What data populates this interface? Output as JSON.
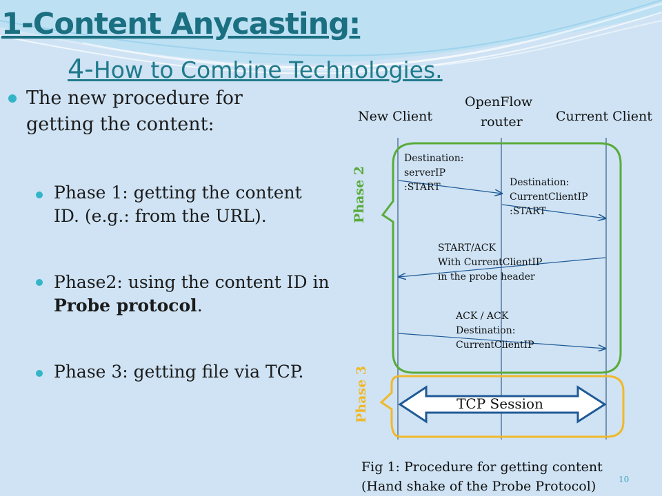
{
  "slide": {
    "title_main": "1-Content Anycasting:",
    "title_sub_num": "4-",
    "title_sub_text": "How to Combine Technologies.",
    "intro": "The new procedure for getting the content:",
    "bullets": [
      {
        "text": "Phase 1: getting the content ID. (e.g.: from the URL)."
      },
      {
        "pre": "Phase2: using the  content ID in ",
        "bold": "Probe protocol",
        "post": "."
      },
      {
        "text": "Phase 3: getting file via TCP."
      }
    ],
    "page_number": "10"
  },
  "diagram": {
    "columns": {
      "new_client": "New Client",
      "router_line1": "OpenFlow",
      "router_line2": "router",
      "current_client": "Current Client"
    },
    "phase2_label": "Phase 2",
    "phase3_label": "Phase 3",
    "messages": {
      "m1": [
        "Destination:",
        "serverIP",
        ":START"
      ],
      "m2": [
        "Destination:",
        "CurrentClientIP",
        ":START"
      ],
      "m3": [
        "START/ACK",
        "With CurrentClientIP",
        "in the probe header"
      ],
      "m4": [
        "ACK / ACK",
        "Destination:",
        "CurrentClientIP"
      ]
    },
    "tcp_session": "TCP Session",
    "caption_line1": "Fig 1: Procedure for getting content",
    "caption_line2": "(Hand shake of the Probe Protocol)",
    "colors": {
      "phase2": "#5aab3a",
      "phase3": "#f0b82a",
      "arrow": "#1f5a96",
      "line": "#1a3f6e"
    }
  }
}
